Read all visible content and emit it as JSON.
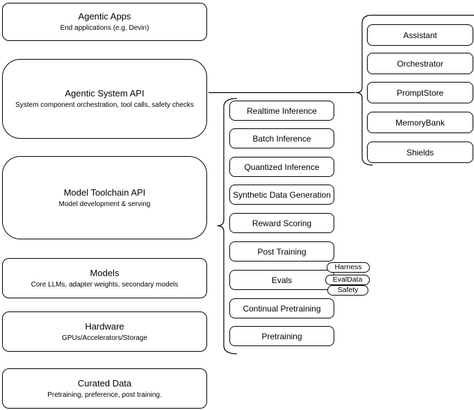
{
  "figure": {
    "layers": [
      {
        "title": "Agentic Apps",
        "subtitle": "End applications (e.g. Devin)"
      },
      {
        "title": "Agentic System API",
        "subtitle": "System component orchestration, tool calls, safety checks"
      },
      {
        "title": "Model Toolchain API",
        "subtitle": "Model development & serving"
      },
      {
        "title": "Models",
        "subtitle": "Core LLMs, adapter weights, secondary models"
      },
      {
        "title": "Hardware",
        "subtitle": "GPUs/Accelerators/Storage"
      },
      {
        "title": "Curated Data",
        "subtitle": "Pretraining, preference, post training."
      }
    ],
    "toolchain_components": [
      "Realtime Inference",
      "Batch Inference",
      "Quantized Inference",
      "Synthetic Data Generation",
      "Reward Scoring",
      "Post Training",
      "Evals",
      "Continual Pretraining",
      "Pretraining"
    ],
    "evals_tags": [
      "Harness",
      "EvalData",
      "Safety"
    ],
    "system_components": [
      "Assistant",
      "Orchestrator",
      "PromptStore",
      "MemoryBank",
      "Shields"
    ],
    "colors": {
      "stroke": "#000000",
      "fill": "#ffffff",
      "text": "#000000"
    }
  }
}
